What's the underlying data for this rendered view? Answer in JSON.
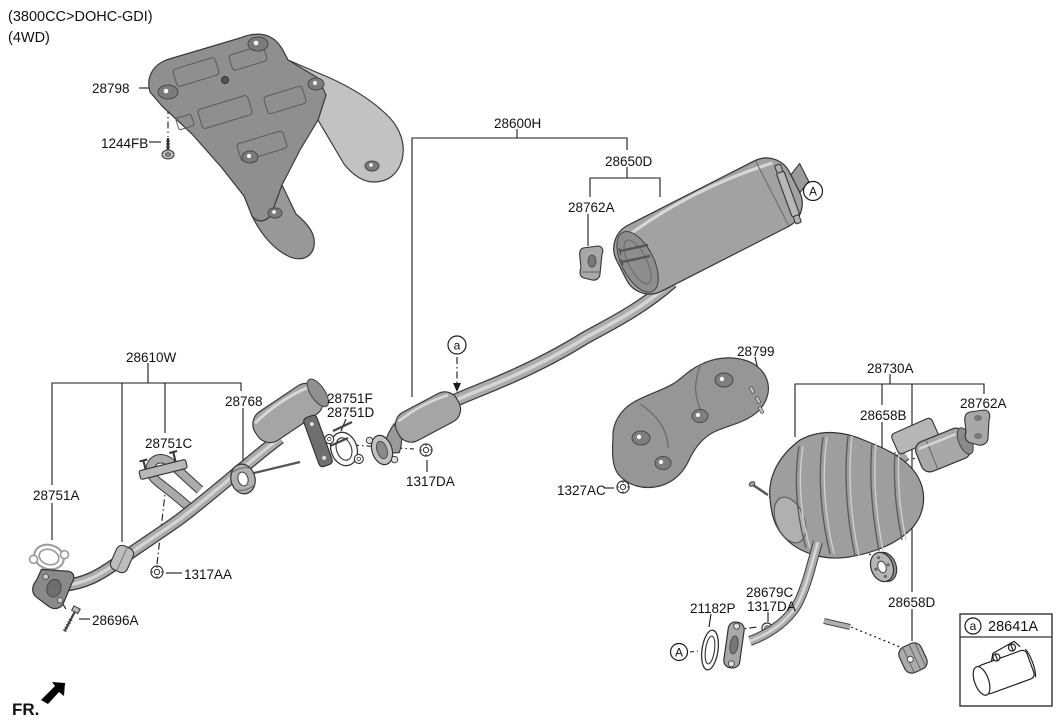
{
  "header": {
    "engine_spec": "(3800CC>DOHC-GDI)",
    "drivetrain": "(4WD)"
  },
  "orientation": {
    "front_label": "FR."
  },
  "view_markers": {
    "upper_A": "A",
    "lower_a": "a"
  },
  "legend": {
    "marker": "a",
    "part_number": "28641A"
  },
  "callouts": {
    "heat_shield": "28798",
    "heat_shield_bolt": "1244FB",
    "muffler_assembly": "28600H",
    "center_muffler": "28650D",
    "hanger_bracket": "28762A",
    "front_pipe": "28610W",
    "front_pipe_hanger": "28768",
    "support_bracket": "28751C",
    "front_gasket": "28751A",
    "gasket_upper": "28751F",
    "gasket_lower": "28751D",
    "flange_nut": "1317DA",
    "bracket_nut": "1317AA",
    "flange_bolt": "28696A",
    "rear_heat_protector": "28799",
    "protector_bolt": "1327AC",
    "rear_muffler": "28730A",
    "rear_hanger_front": "28658B",
    "rear_hanger_rear": "28658D",
    "tail_gasket": "21182P",
    "clamp": "28679C"
  }
}
